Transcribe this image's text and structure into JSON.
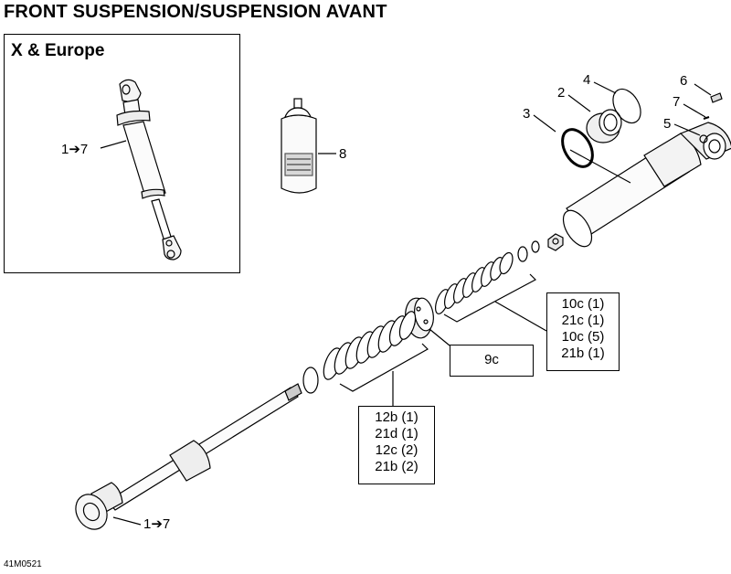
{
  "title": "FRONT SUSPENSION/SUSPENSION AVANT",
  "inset": {
    "title": "X & Europe",
    "callout": "1➔7"
  },
  "callouts": {
    "c1_bottom": "1➔7",
    "c2": "2",
    "c3": "3",
    "c4": "4",
    "c5": "5",
    "c6": "6",
    "c7": "7",
    "c8": "8"
  },
  "boxes": {
    "upper_shims": [
      "10c (1)",
      "21c (1)",
      "10c (5)",
      "21b (1)"
    ],
    "piston": [
      "9c"
    ],
    "lower_shims": [
      "12b (1)",
      "21d (1)",
      "12c (2)",
      "21b (2)"
    ]
  },
  "drawing_code": "41M0521"
}
